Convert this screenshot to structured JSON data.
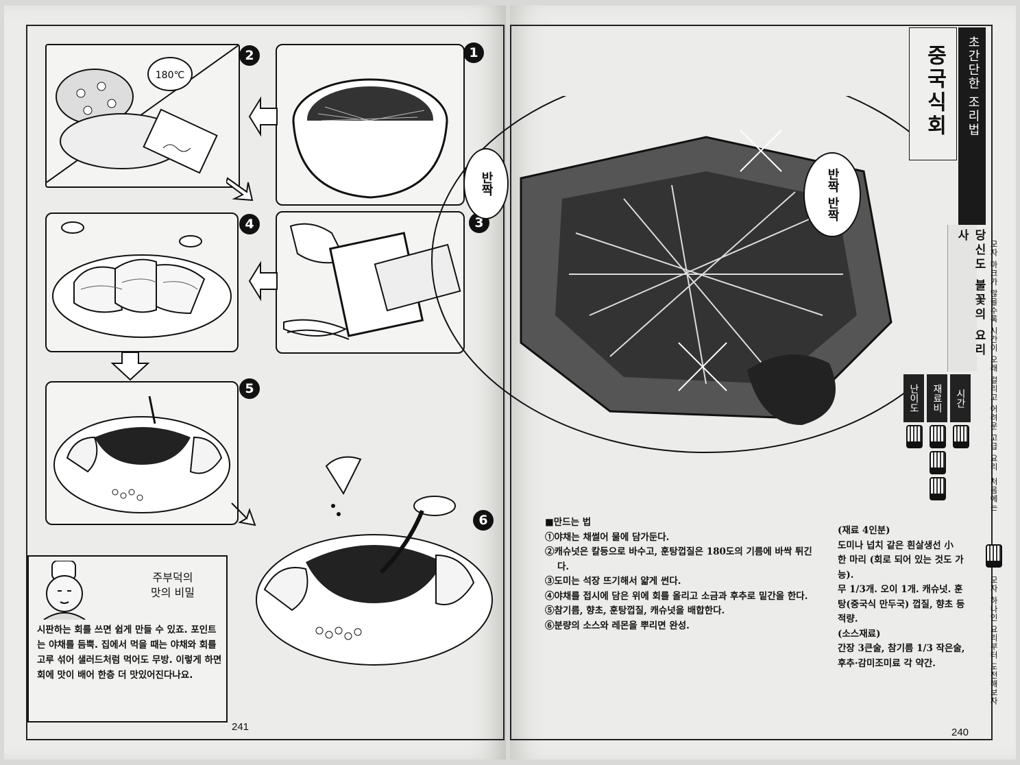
{
  "left_page": {
    "page_number": "241",
    "steps": [
      "1",
      "2",
      "3",
      "4",
      "5",
      "6"
    ],
    "temperature_label": "180℃",
    "tip": {
      "title": "주부덕의\n맛의 비밀",
      "body": "시판하는 회를 쓰면 쉽게 만들 수 있죠. 포인트는 야채를 듬뿍. 집에서 먹을 때는 야채와 회를 고루 섞어 샐러드처럼 먹어도 무방. 이렇게 하면 회에 맛이 배어 한층 더 맛있어진다나요."
    }
  },
  "right_page": {
    "page_number": "240",
    "series_label": "초간단한 조리법",
    "dish_title": "중국식회",
    "subtitle": "당신도 불꽃의 요리사",
    "sfx": [
      "반짝",
      "반짝 반짝"
    ],
    "rating": {
      "labels": [
        "난이도",
        "재료비",
        "시간"
      ],
      "levels": [
        1,
        3,
        1
      ]
    },
    "method": {
      "heading": "■만드는 법",
      "steps": [
        "①야채는 채썰어 물에 담가둔다.",
        "②캐슈넛은 칼등으로 바수고, 훈탕껍질은 180도의 기름에 바싹 튀긴다.",
        "③도미는 석장 뜨기해서 얇게 썬다.",
        "④야채를 접시에 담은 위에 회를 올리고 소금과 후추로 밑간을 한다.",
        "⑤참기름, 향초, 훈탕껍질, 캐슈넛을 배합한다.",
        "⑥분량의 소스와 레몬을 뿌리면 완성."
      ]
    },
    "ingredients": {
      "heading": "(재료 4인분)",
      "lines": [
        "도미나 넙치 같은 흰살생선 小 한 마리 (회로 되어 있는 것도 가능).",
        "무 1/3개. 오이 1개. 캐슈넛. 훈탕(중국식 만두국) 껍질, 향초 등 적량.",
        "(소스재료)",
        "간장 3큰술, 참기름 1/3 작은술, 후추·감미조미료 각 약간."
      ]
    },
    "side_note_top": "모자 마크가 많을수록 시간이 오래 걸리고 어려운 고급 요리. 처음에는",
    "side_note_bottom": "모자 하나인 요리부터 도전해보자."
  }
}
